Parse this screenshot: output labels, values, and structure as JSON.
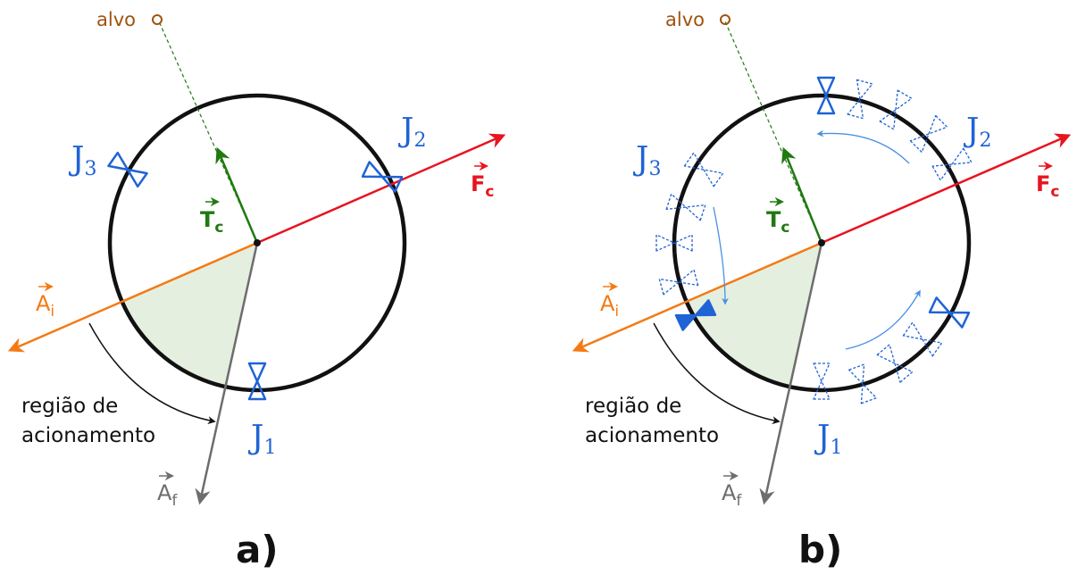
{
  "panels": [
    {
      "id": "a",
      "caption": "a)",
      "target_label": "alvo",
      "region_label_line1": "região de",
      "region_label_line2": "acionamento",
      "vectors": {
        "thrust": "T",
        "thrust_sub": "c",
        "force": "F",
        "force_sub": "c",
        "initial": "A",
        "initial_sub": "i",
        "final": "A",
        "final_sub": "f"
      },
      "jets": [
        {
          "name": "J",
          "sub": "1"
        },
        {
          "name": "J",
          "sub": "2"
        },
        {
          "name": "J",
          "sub": "3"
        }
      ]
    },
    {
      "id": "b",
      "caption": "b)",
      "target_label": "alvo",
      "region_label_line1": "região de",
      "region_label_line2": "acionamento",
      "vectors": {
        "thrust": "T",
        "thrust_sub": "c",
        "force": "F",
        "force_sub": "c",
        "initial": "A",
        "initial_sub": "i",
        "final": "A",
        "final_sub": "f"
      },
      "jets": [
        {
          "name": "J",
          "sub": "1"
        },
        {
          "name": "J",
          "sub": "2"
        },
        {
          "name": "J",
          "sub": "3"
        }
      ]
    }
  ],
  "colors": {
    "circle": "#111111",
    "target": "#a0520f",
    "thrust": "#1f7a10",
    "force": "#e8141e",
    "initial": "#f47a14",
    "final": "#6d6d6d",
    "jet": "#1f63d6",
    "ghost_arrow": "#4a90e2",
    "region_fill": "#e4efe0"
  }
}
